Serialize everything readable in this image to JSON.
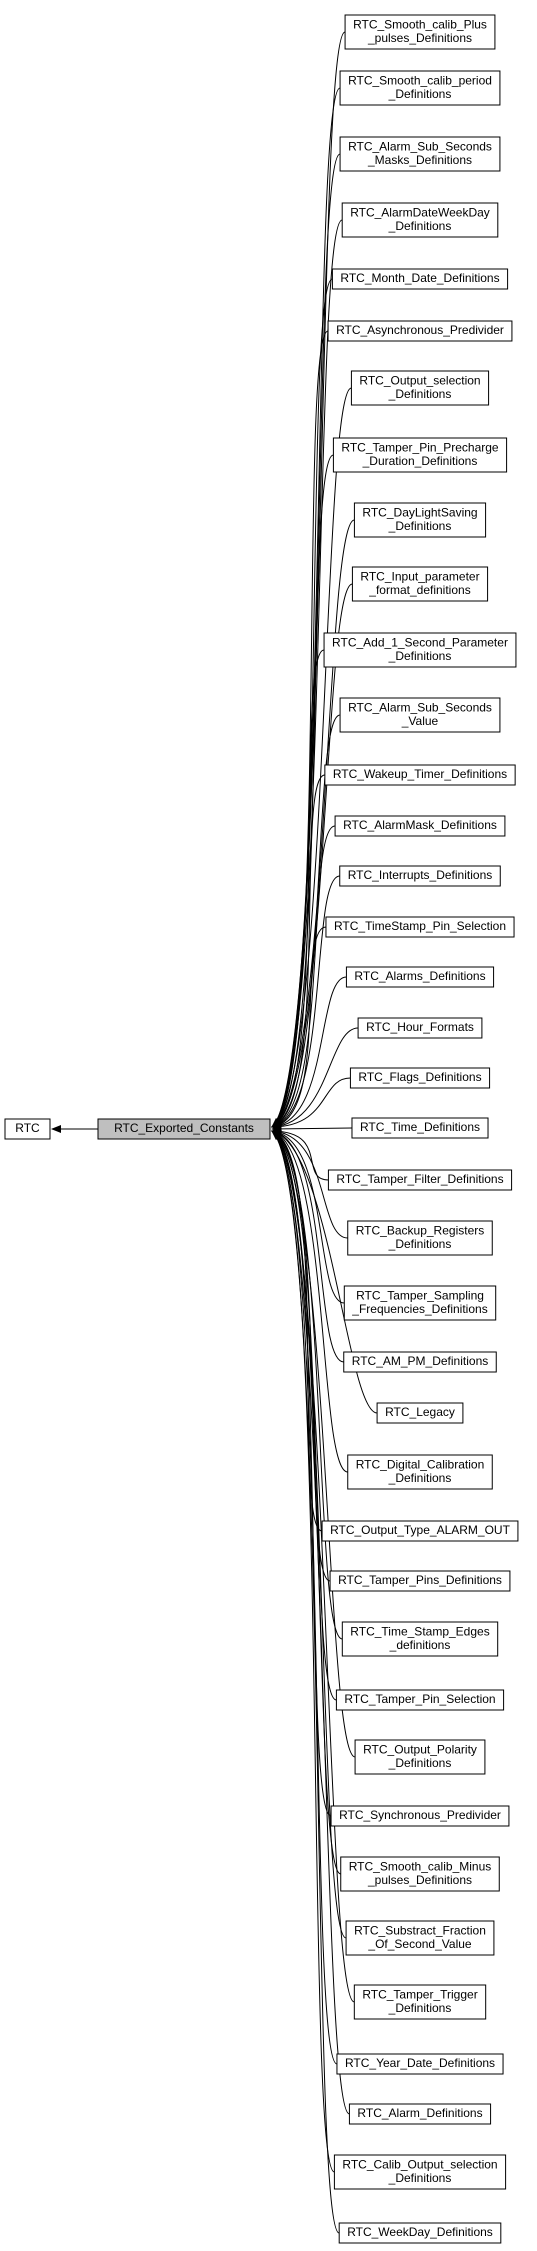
{
  "root": {
    "label": "RTC"
  },
  "center": {
    "label": "RTC_Exported_Constants"
  },
  "children": [
    {
      "lines": [
        "RTC_Smooth_calib_Plus",
        "_pulses_Definitions"
      ]
    },
    {
      "lines": [
        "RTC_Smooth_calib_period",
        "_Definitions"
      ]
    },
    {
      "lines": [
        "RTC_Alarm_Sub_Seconds",
        "_Masks_Definitions"
      ]
    },
    {
      "lines": [
        "RTC_AlarmDateWeekDay",
        "_Definitions"
      ]
    },
    {
      "lines": [
        "RTC_Month_Date_Definitions"
      ]
    },
    {
      "lines": [
        "RTC_Asynchronous_Predivider"
      ]
    },
    {
      "lines": [
        "RTC_Output_selection",
        "_Definitions"
      ]
    },
    {
      "lines": [
        "RTC_Tamper_Pin_Precharge",
        "_Duration_Definitions"
      ]
    },
    {
      "lines": [
        "RTC_DayLightSaving",
        "_Definitions"
      ]
    },
    {
      "lines": [
        "RTC_Input_parameter",
        "_format_definitions"
      ]
    },
    {
      "lines": [
        "RTC_Add_1_Second_Parameter",
        "_Definitions"
      ]
    },
    {
      "lines": [
        "RTC_Alarm_Sub_Seconds",
        "_Value"
      ]
    },
    {
      "lines": [
        "RTC_Wakeup_Timer_Definitions"
      ]
    },
    {
      "lines": [
        "RTC_AlarmMask_Definitions"
      ]
    },
    {
      "lines": [
        "RTC_Interrupts_Definitions"
      ]
    },
    {
      "lines": [
        "RTC_TimeStamp_Pin_Selection"
      ]
    },
    {
      "lines": [
        "RTC_Alarms_Definitions"
      ]
    },
    {
      "lines": [
        "RTC_Hour_Formats"
      ]
    },
    {
      "lines": [
        "RTC_Flags_Definitions"
      ]
    },
    {
      "lines": [
        "RTC_Time_Definitions"
      ]
    },
    {
      "lines": [
        "RTC_Tamper_Filter_Definitions"
      ]
    },
    {
      "lines": [
        "RTC_Backup_Registers",
        "_Definitions"
      ]
    },
    {
      "lines": [
        "RTC_Tamper_Sampling",
        "_Frequencies_Definitions"
      ]
    },
    {
      "lines": [
        "RTC_AM_PM_Definitions"
      ]
    },
    {
      "lines": [
        "RTC_Legacy"
      ]
    },
    {
      "lines": [
        "RTC_Digital_Calibration",
        "_Definitions"
      ]
    },
    {
      "lines": [
        "RTC_Output_Type_ALARM_OUT"
      ]
    },
    {
      "lines": [
        "RTC_Tamper_Pins_Definitions"
      ]
    },
    {
      "lines": [
        "RTC_Time_Stamp_Edges",
        "_definitions"
      ]
    },
    {
      "lines": [
        "RTC_Tamper_Pin_Selection"
      ]
    },
    {
      "lines": [
        "RTC_Output_Polarity",
        "_Definitions"
      ]
    },
    {
      "lines": [
        "RTC_Synchronous_Predivider"
      ]
    },
    {
      "lines": [
        "RTC_Smooth_calib_Minus",
        "_pulses_Definitions"
      ]
    },
    {
      "lines": [
        "RTC_Substract_Fraction",
        "_Of_Second_Value"
      ]
    },
    {
      "lines": [
        "RTC_Tamper_Trigger",
        "_Definitions"
      ]
    },
    {
      "lines": [
        "RTC_Year_Date_Definitions"
      ]
    },
    {
      "lines": [
        "RTC_Alarm_Definitions"
      ]
    },
    {
      "lines": [
        "RTC_Calib_Output_selection",
        "_Definitions"
      ]
    },
    {
      "lines": [
        "RTC_WeekDay_Definitions"
      ]
    }
  ],
  "colors": {
    "center_fill": "#bfbfbf",
    "node_fill": "#ffffff",
    "stroke": "#000000"
  }
}
